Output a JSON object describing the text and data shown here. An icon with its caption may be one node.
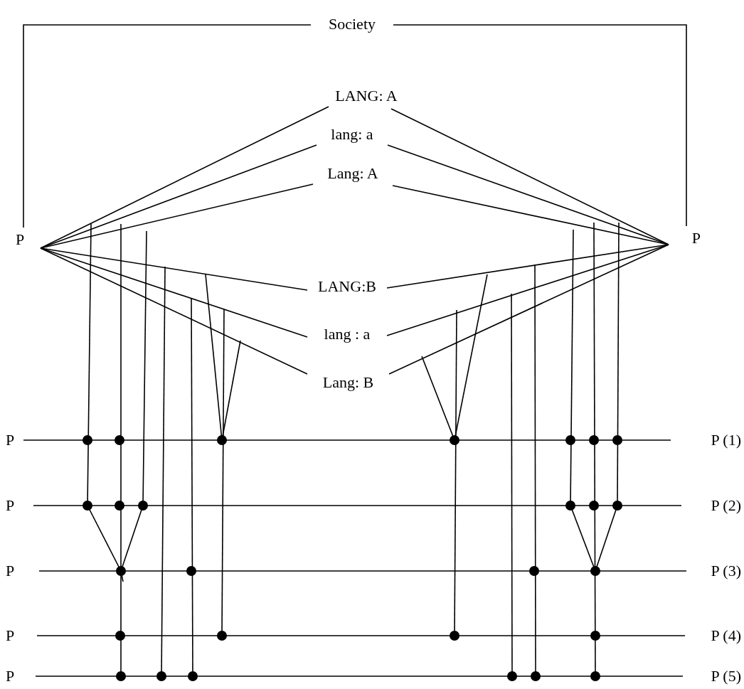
{
  "diagram": {
    "nodes": [
      {
        "text": [
          "Society"
        ]
      },
      {
        "text": [
          "LANG: A"
        ]
      },
      {
        "text": [
          "lang: a"
        ]
      },
      {
        "text": [
          "Lang: A"
        ]
      },
      {
        "text": [
          "LANG:B"
        ]
      },
      {
        "text": [
          "lang : a"
        ]
      },
      {
        "text": [
          "Lang: B"
        ]
      },
      {
        "text": [
          "P"
        ]
      },
      {
        "text": [
          "P"
        ]
      },
      {
        "text": [
          "P"
        ]
      },
      {
        "text": [
          "P"
        ]
      },
      {
        "text": [
          "P"
        ]
      },
      {
        "text": [
          "P"
        ]
      },
      {
        "text": [
          "P"
        ]
      },
      {
        "text": [
          "P (1)"
        ]
      },
      {
        "text": [
          "P (2)"
        ]
      },
      {
        "text": [
          "P (3)"
        ]
      },
      {
        "text": [
          "P (4)"
        ]
      },
      {
        "text": [
          "P (5)"
        ]
      }
    ],
    "edges": [
      {
        "from": 0,
        "to": 7,
        "arrow": "none"
      },
      {
        "from": 0,
        "to": 8,
        "arrow": "none"
      },
      {
        "from": 7,
        "to": 1,
        "arrow": "none"
      },
      {
        "from": 7,
        "to": 2,
        "arrow": "none"
      },
      {
        "from": 7,
        "to": 3,
        "arrow": "none"
      },
      {
        "from": 7,
        "to": 4,
        "arrow": "none"
      },
      {
        "from": 7,
        "to": 5,
        "arrow": "none"
      },
      {
        "from": 7,
        "to": 6,
        "arrow": "none"
      },
      {
        "from": 8,
        "to": 1,
        "arrow": "none"
      },
      {
        "from": 8,
        "to": 2,
        "arrow": "none"
      },
      {
        "from": 8,
        "to": 3,
        "arrow": "none"
      },
      {
        "from": 8,
        "to": 4,
        "arrow": "none"
      },
      {
        "from": 8,
        "to": 5,
        "arrow": "none"
      },
      {
        "from": 8,
        "to": 6,
        "arrow": "none"
      },
      {
        "from": 9,
        "to": 14,
        "arrow": "none"
      },
      {
        "from": 10,
        "to": 15,
        "arrow": "none"
      },
      {
        "from": 11,
        "to": 16,
        "arrow": "none"
      },
      {
        "from": 12,
        "to": 17,
        "arrow": "none"
      },
      {
        "from": 13,
        "to": 18,
        "arrow": "none"
      }
    ]
  }
}
